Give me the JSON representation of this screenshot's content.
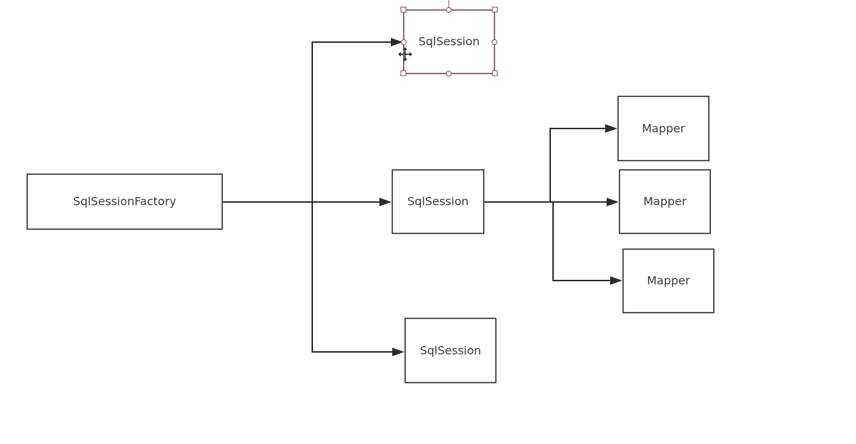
{
  "diagram": {
    "nodes": [
      {
        "id": "factory",
        "label": "SqlSessionFactory"
      },
      {
        "id": "session1",
        "label": "SqlSession",
        "selected": true
      },
      {
        "id": "session2",
        "label": "SqlSession"
      },
      {
        "id": "session3",
        "label": "SqlSession"
      },
      {
        "id": "mapper1",
        "label": "Mapper"
      },
      {
        "id": "mapper2",
        "label": "Mapper"
      },
      {
        "id": "mapper3",
        "label": "Mapper"
      }
    ],
    "edges": [
      {
        "from": "factory",
        "to": "session1"
      },
      {
        "from": "factory",
        "to": "session2"
      },
      {
        "from": "factory",
        "to": "session3"
      },
      {
        "from": "session2",
        "to": "mapper1"
      },
      {
        "from": "session2",
        "to": "mapper2"
      },
      {
        "from": "session2",
        "to": "mapper3"
      }
    ]
  }
}
